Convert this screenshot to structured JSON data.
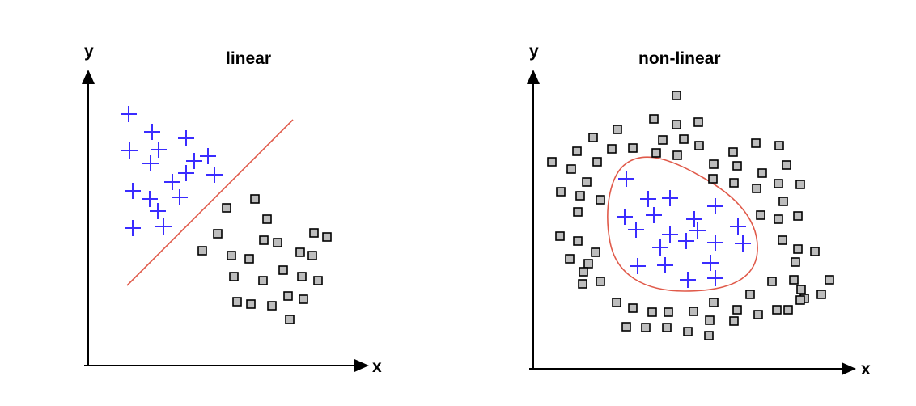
{
  "colors": {
    "plus": "#3a2cff",
    "square_fill": "#bdbdbd",
    "square_stroke": "#000000",
    "boundary": "#e05a4a",
    "axis": "#000000"
  },
  "panels": [
    {
      "title": "linear",
      "y_axis_label": "y",
      "x_axis_label": "x",
      "boundary_type": "line"
    },
    {
      "title": "non-linear",
      "y_axis_label": "y",
      "x_axis_label": "x",
      "boundary_type": "closed-curve"
    }
  ]
}
